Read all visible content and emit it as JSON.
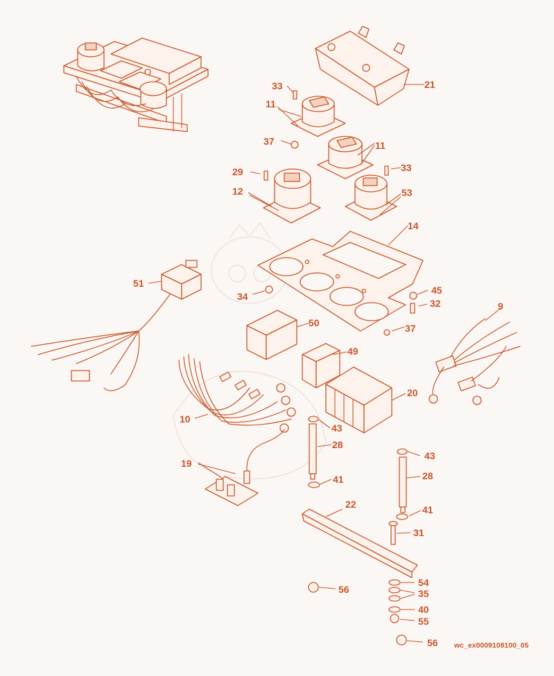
{
  "diagram": {
    "image_code": "wc_ex0009108100_05",
    "accent_color": "#c8562a",
    "callouts": [
      {
        "id": "c33a",
        "text": "33"
      },
      {
        "id": "c21",
        "text": "21"
      },
      {
        "id": "c11a",
        "text": "11"
      },
      {
        "id": "c37a",
        "text": "37"
      },
      {
        "id": "c11b",
        "text": "11"
      },
      {
        "id": "c29",
        "text": "29"
      },
      {
        "id": "c33b",
        "text": "33"
      },
      {
        "id": "c12",
        "text": "12"
      },
      {
        "id": "c53",
        "text": "53"
      },
      {
        "id": "c14",
        "text": "14"
      },
      {
        "id": "c51",
        "text": "51"
      },
      {
        "id": "c34",
        "text": "34"
      },
      {
        "id": "c45",
        "text": "45"
      },
      {
        "id": "c32",
        "text": "32"
      },
      {
        "id": "c9",
        "text": "9"
      },
      {
        "id": "c50",
        "text": "50"
      },
      {
        "id": "c37b",
        "text": "37"
      },
      {
        "id": "c49",
        "text": "49"
      },
      {
        "id": "c20",
        "text": "20"
      },
      {
        "id": "c10",
        "text": "10"
      },
      {
        "id": "c43a",
        "text": "43"
      },
      {
        "id": "c28a",
        "text": "28"
      },
      {
        "id": "c43b",
        "text": "43"
      },
      {
        "id": "c19",
        "text": "19"
      },
      {
        "id": "c41a",
        "text": "41"
      },
      {
        "id": "c28b",
        "text": "28"
      },
      {
        "id": "c22",
        "text": "22"
      },
      {
        "id": "c41b",
        "text": "41"
      },
      {
        "id": "c31",
        "text": "31"
      },
      {
        "id": "c54",
        "text": "54"
      },
      {
        "id": "c56a",
        "text": "56"
      },
      {
        "id": "c35",
        "text": "35"
      },
      {
        "id": "c40",
        "text": "40"
      },
      {
        "id": "c55",
        "text": "55"
      },
      {
        "id": "c56b",
        "text": "56"
      }
    ]
  }
}
